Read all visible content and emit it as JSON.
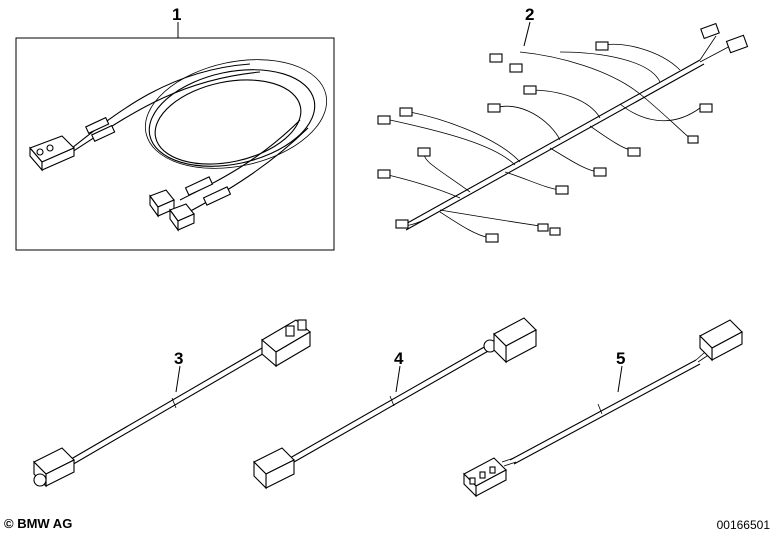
{
  "callouts": [
    {
      "id": "1",
      "label": "1"
    },
    {
      "id": "2",
      "label": "2"
    },
    {
      "id": "3",
      "label": "3"
    },
    {
      "id": "4",
      "label": "4"
    },
    {
      "id": "5",
      "label": "5"
    }
  ],
  "footer": {
    "copyright": "© BMW AG",
    "image_number": "00166501"
  }
}
